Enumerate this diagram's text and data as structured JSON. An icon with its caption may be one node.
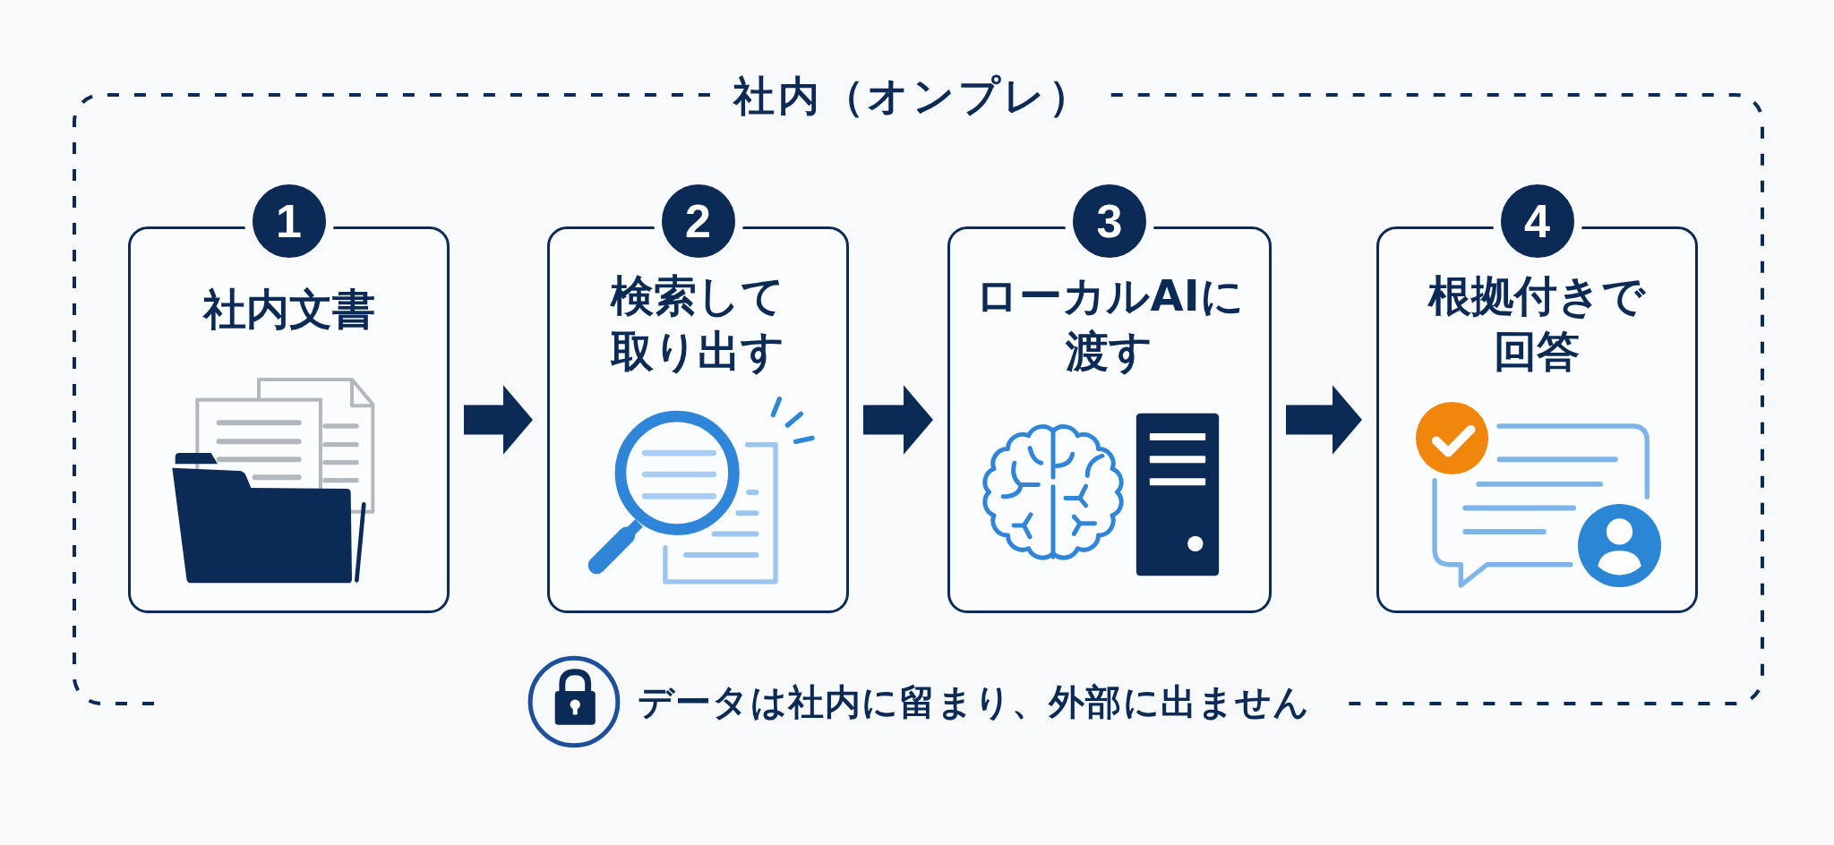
{
  "diagram": {
    "nodes": [
      {
        "text": [
          "社内（オンプレ）",
          "データは社内に留まり、外部に出ません"
        ]
      },
      {
        "text": [
          "1",
          "社内文書"
        ],
        "in": 0
      },
      {
        "text": [
          "2",
          "検索して取り出す"
        ],
        "in": 0
      },
      {
        "text": [
          "3",
          "ローカルAIに渡す"
        ],
        "in": 0
      },
      {
        "text": [
          "4",
          "根拠付きで回答"
        ],
        "in": 0
      }
    ],
    "edges": [
      {
        "from": 1,
        "to": 2,
        "arrow": "to"
      },
      {
        "from": 2,
        "to": 3,
        "arrow": "to"
      },
      {
        "from": 3,
        "to": 4,
        "arrow": "to"
      }
    ]
  }
}
